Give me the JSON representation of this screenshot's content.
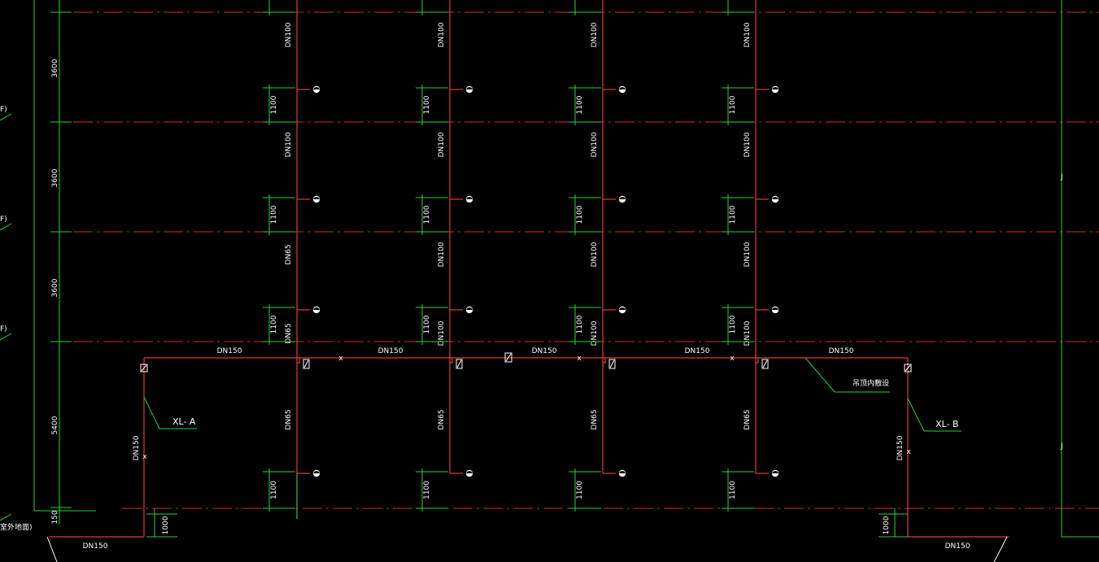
{
  "floor_heights": [
    "3600",
    "3600",
    "3600",
    "5400",
    "150"
  ],
  "floor_markers": [
    "F)",
    "F)",
    "F)",
    "室外地面)"
  ],
  "risers": [
    {
      "id": "A",
      "upper": [
        "DN100",
        "DN100",
        "DN65",
        "DN65"
      ],
      "lower": "DN65"
    },
    {
      "id": "B",
      "upper": [
        "DN100",
        "DN100",
        "DN100",
        "DN100"
      ],
      "lower": "DN65"
    },
    {
      "id": "C",
      "upper": [
        "DN100",
        "DN100",
        "DN100",
        "DN100"
      ],
      "lower": "DN65"
    },
    {
      "id": "D",
      "upper": [
        "DN100",
        "DN100",
        "DN100",
        "DN100"
      ],
      "lower": "DN65"
    }
  ],
  "hydrant_heights": [
    "1100",
    "1100",
    "1100",
    "1100",
    "1100"
  ],
  "main_pipe_labels": [
    "DN150",
    "DN150",
    "DN150",
    "DN150",
    "DN150"
  ],
  "inlet_labels": {
    "left": "DN150",
    "right": "DN150"
  },
  "bottom_labels": {
    "left": "DN150",
    "right": "DN150"
  },
  "ground_dims": {
    "left": "1000",
    "right": "1000"
  },
  "riser_names": {
    "left": "XL- A",
    "right": "XL- B"
  },
  "note": "吊顶内敷设",
  "colors": {
    "background": "#000000",
    "pipe": "#e53a2e",
    "dimension": "#22d43a",
    "text": "#ffffff"
  }
}
